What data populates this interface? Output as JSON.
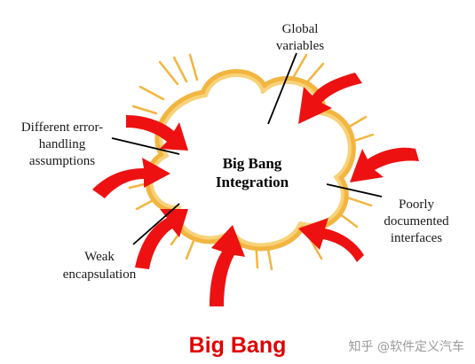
{
  "diagram": {
    "center": {
      "line1": "Big Bang",
      "line2": "Integration"
    },
    "callouts": {
      "global": [
        "Global",
        "variables"
      ],
      "error": [
        "Different error-",
        "handling",
        "assumptions"
      ],
      "poorly": [
        "Poorly",
        "documented",
        "interfaces"
      ],
      "weak": [
        "Weak",
        "encapsulation"
      ]
    },
    "colors": {
      "arrow": "#ee1111",
      "cloud": "#f2b540",
      "cloud_light": "#f8d27a"
    }
  },
  "caption": "Big Bang",
  "watermark": "知乎 @软件定义汽车"
}
